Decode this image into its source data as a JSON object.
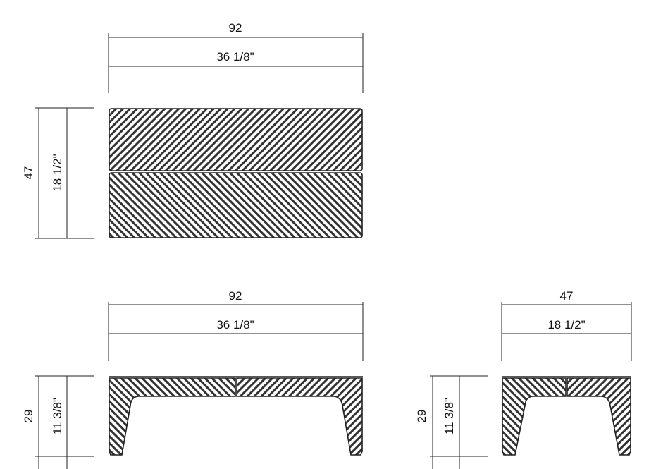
{
  "top_view": {
    "width_cm": "92",
    "width_in": "36 1/8\"",
    "depth_cm": "47",
    "depth_in": "18 1/2\""
  },
  "front_view": {
    "width_cm": "92",
    "width_in": "36 1/8\"",
    "height_cm": "29",
    "height_in": "11 3/8\""
  },
  "side_view": {
    "depth_cm": "47",
    "depth_in": "18 1/2\"",
    "height_cm": "29",
    "height_in": "11 3/8\""
  },
  "colors": {
    "line": "#222222",
    "background": "#ffffff"
  }
}
